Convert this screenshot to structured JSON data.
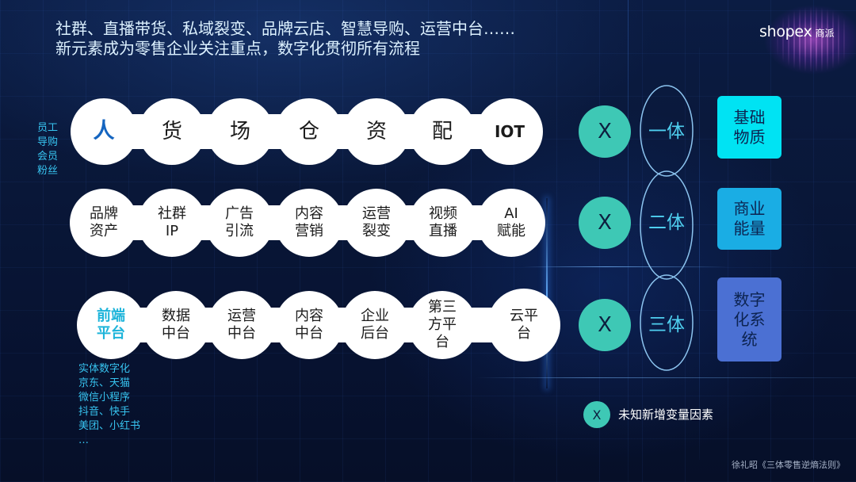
{
  "title": {
    "line1": "社群、直播带货、私域裂变、品牌云店、智慧导购、运营中台……",
    "line2": "新元素成为零售企业关注重点，数字化贯彻所有流程"
  },
  "logo": {
    "wordmark": "shopex",
    "cn": "商派"
  },
  "side_labels": [
    "员工",
    "导购",
    "会员",
    "粉丝"
  ],
  "rows": [
    {
      "items": [
        {
          "lines": [
            "人"
          ],
          "color": "#1565c0",
          "bold": true
        },
        {
          "lines": [
            "货"
          ]
        },
        {
          "lines": [
            "场"
          ]
        },
        {
          "lines": [
            "仓"
          ]
        },
        {
          "lines": [
            "资"
          ]
        },
        {
          "lines": [
            "配"
          ]
        },
        {
          "lines": [
            "IOT"
          ],
          "bold": true
        }
      ]
    },
    {
      "items": [
        {
          "lines": [
            "品牌",
            "资产"
          ]
        },
        {
          "lines": [
            "社群",
            "IP"
          ]
        },
        {
          "lines": [
            "广告",
            "引流"
          ]
        },
        {
          "lines": [
            "内容",
            "营销"
          ]
        },
        {
          "lines": [
            "运营",
            "裂变"
          ]
        },
        {
          "lines": [
            "视频",
            "直播"
          ]
        },
        {
          "lines": [
            "AI",
            "赋能"
          ]
        }
      ]
    },
    {
      "items": [
        {
          "lines": [
            "前端",
            "平台"
          ],
          "color": "#1db4da",
          "bold": true
        },
        {
          "lines": [
            "数据",
            "中台"
          ]
        },
        {
          "lines": [
            "运营",
            "中台"
          ]
        },
        {
          "lines": [
            "内容",
            "中台"
          ]
        },
        {
          "lines": [
            "企业",
            "后台"
          ]
        },
        {
          "lines": [
            "第三",
            "方平",
            "台"
          ]
        },
        {
          "lines": [
            "云平",
            "台"
          ]
        }
      ]
    }
  ],
  "variable_marker": "X",
  "bodies": [
    "一体",
    "二体",
    "三体"
  ],
  "outcomes": [
    {
      "lines": [
        "基础",
        "物质"
      ],
      "color": "#00e3f3"
    },
    {
      "lines": [
        "商业",
        "能量"
      ],
      "color": "#1aade4"
    },
    {
      "lines": [
        "数字",
        "化系",
        "统"
      ],
      "color": "#4b70d3"
    }
  ],
  "channels": [
    "实体数字化",
    "京东、天猫",
    "微信小程序",
    "抖音、快手",
    "美团、小红书",
    "…"
  ],
  "legend": {
    "marker": "X",
    "label": "未知新增变量因素"
  },
  "credit": "徐礼昭《三体零售逆熵法则》",
  "colors": {
    "marker": "#3ec8b5",
    "body_text": "#4fd0f0",
    "body_outline": "#8cc4ef",
    "side_text": "#37c3ef"
  }
}
